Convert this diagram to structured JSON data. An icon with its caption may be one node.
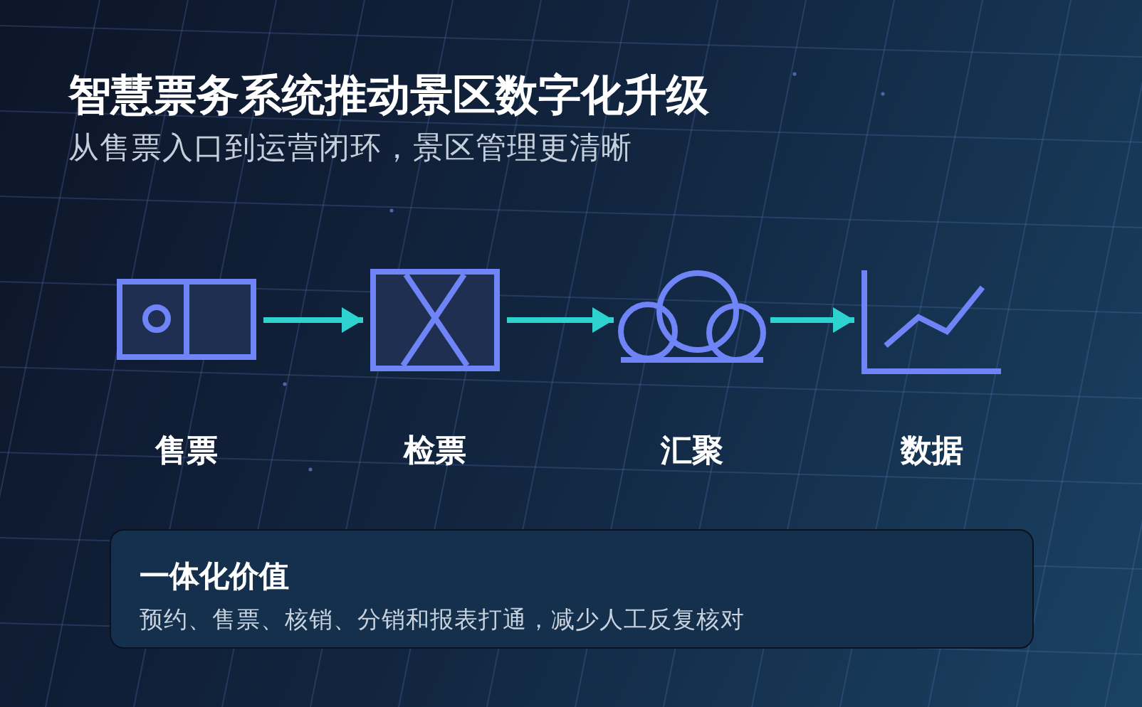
{
  "diagram": {
    "title": "智慧票务系统推动景区数字化升级",
    "nodes": [
      {
        "text": [
          "售票"
        ]
      },
      {
        "text": [
          "检票"
        ]
      },
      {
        "text": [
          "汇聚"
        ]
      },
      {
        "text": [
          "数据"
        ]
      },
      {
        "text": [
          "一体化价值",
          "预约、售票、核销、分销和报表打通，减少人工反复核对"
        ]
      }
    ],
    "edges": [
      {
        "from": 0,
        "to": 1,
        "arrow": "to"
      },
      {
        "from": 1,
        "to": 2,
        "arrow": "to"
      },
      {
        "from": 2,
        "to": 3,
        "arrow": "to"
      }
    ],
    "labels": [
      "从售票入口到运营闭环，景区管理更清晰"
    ]
  }
}
